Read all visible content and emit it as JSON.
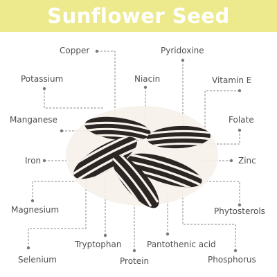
{
  "title": "Sunflower Seed",
  "colors": {
    "banner": "#ecea8c",
    "text": "#4f4f4f",
    "leader": "#8a8a8a",
    "seed_dark": "#2b2523",
    "seed_light": "#f7f2ec"
  },
  "nutrients": {
    "copper": "Copper",
    "pyridoxine": "Pyridoxine",
    "potassium": "Potassium",
    "niacin": "Niacin",
    "vitamin_e": "Vitamin E",
    "manganese": "Manganese",
    "folate": "Folate",
    "iron": "Iron",
    "zinc": "Zinc",
    "magnesium": "Magnesium",
    "phytosterols": "Phytosterols",
    "tryptophan": "Tryptophan",
    "pantothenic_acid": "Pantothenic acid",
    "selenium": "Selenium",
    "protein": "Protein",
    "phosphorus": "Phosphorus"
  }
}
